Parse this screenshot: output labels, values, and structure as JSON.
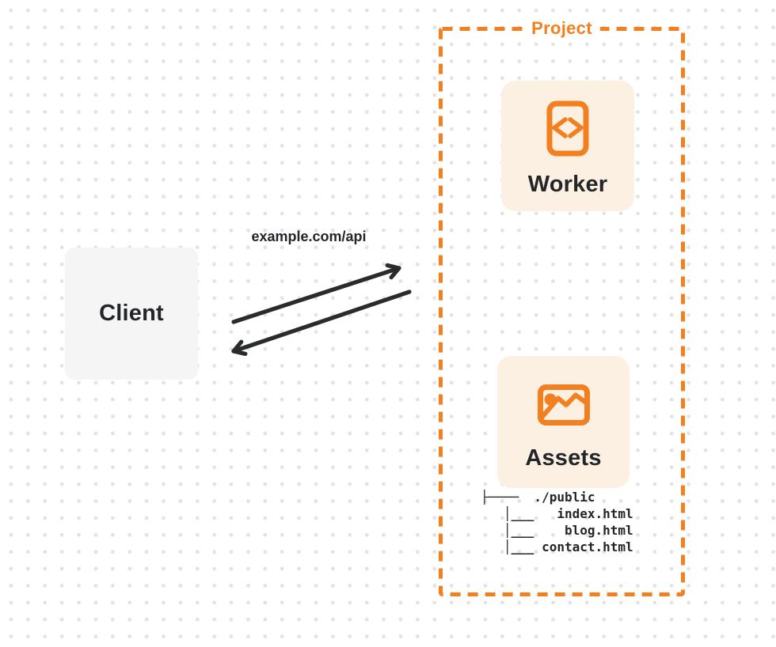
{
  "client": {
    "label": "Client"
  },
  "request": {
    "url": "example.com/api"
  },
  "project": {
    "label": "Project",
    "worker_label": "Worker",
    "assets_label": "Assets",
    "file_tree": [
      "├────  ./public",
      "   │___   index.html",
      "   │___    blog.html",
      "   │___ contact.html"
    ]
  },
  "icons": {
    "worker": "code-file-icon",
    "assets": "image-icon"
  },
  "colors": {
    "accent": "#F38020",
    "card_bg": "#FBF0E2",
    "client_bg": "#F5F5F6",
    "text": "#232528",
    "arrow": "#2A2B2D",
    "dot": "#E3E3E5"
  }
}
